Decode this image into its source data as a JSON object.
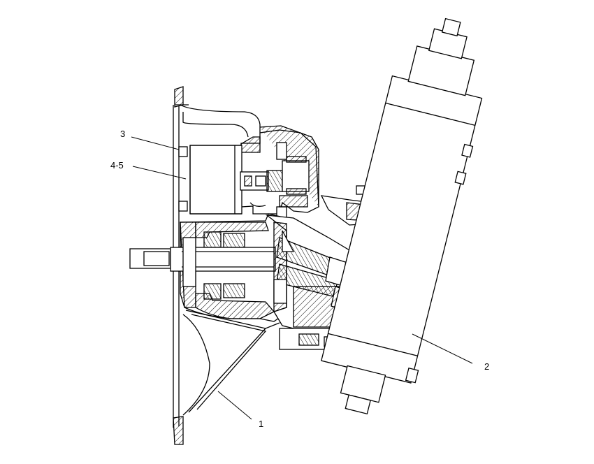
{
  "callouts": [
    {
      "id": "1",
      "label": "1"
    },
    {
      "id": "2",
      "label": "2"
    },
    {
      "id": "3",
      "label": "3"
    },
    {
      "id": "4-5",
      "label": "4-5"
    }
  ],
  "colors": {
    "ink": "#000000",
    "paper": "#ffffff"
  }
}
